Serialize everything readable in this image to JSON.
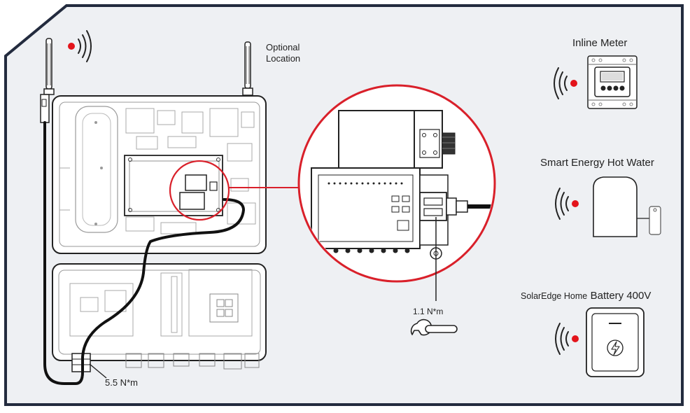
{
  "labels": {
    "optional_location_line1": "Optional",
    "optional_location_line2": "Location",
    "inline_meter": "Inline Meter",
    "smart_energy_hot_water": "Smart Energy Hot Water",
    "battery_prefix": "SolarEdge Home",
    "battery_name": "Battery 400V",
    "torque_antenna_connector": "1.1 N*m",
    "torque_cable_gland": "5.5 N*m"
  },
  "colors": {
    "frame_fill": "#eef0f3",
    "frame_border": "#232b3e",
    "signal_dot": "#e3141b",
    "callout_red": "#d9202a",
    "cable": "#111111"
  },
  "icons": {
    "wireless": "wireless-signal-icon",
    "wrench": "wrench-icon",
    "bolt": "lightning-bolt-icon"
  }
}
